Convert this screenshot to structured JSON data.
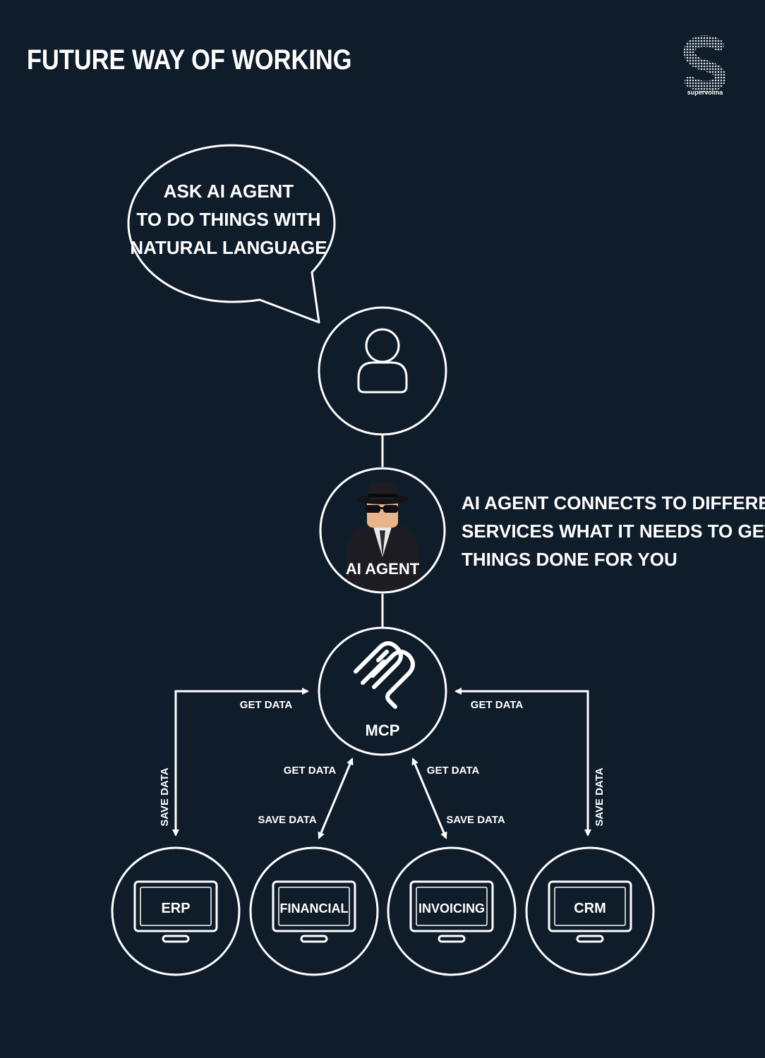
{
  "page": {
    "title": "FUTURE WAY OF WORKING",
    "brand": "supervoima"
  },
  "colors": {
    "background": "#0f1c2a",
    "stroke": "#ffffff",
    "text": "#ffffff"
  },
  "speech_bubble": {
    "lines": [
      "ASK AI AGENT",
      "TO DO THINGS WITH",
      "NATURAL LANGUAGE"
    ]
  },
  "nodes": {
    "user": {
      "icon": "user-icon"
    },
    "agent": {
      "label": "AI AGENT",
      "icon": "agent-figure"
    },
    "mcp": {
      "label": "MCP",
      "icon": "mcp-logo-icon"
    }
  },
  "agent_description": {
    "lines": [
      "AI AGENT CONNECTS TO DIFFERENT",
      "SERVICES WHAT IT NEEDS TO GET",
      "THINGS DONE FOR YOU"
    ]
  },
  "services": [
    {
      "label": "ERP",
      "icon": "monitor-icon"
    },
    {
      "label": "FINANCIAL",
      "icon": "monitor-icon"
    },
    {
      "label": "INVOICING",
      "icon": "monitor-icon"
    },
    {
      "label": "CRM",
      "icon": "monitor-icon"
    }
  ],
  "edge_labels": {
    "get_left_top": "GET DATA",
    "get_right_top": "GET DATA",
    "get_center_left": "GET DATA",
    "get_center_right": "GET DATA",
    "save_center_left": "SAVE DATA",
    "save_center_right": "SAVE DATA",
    "save_left_vertical": "SAVE DATA",
    "save_right_vertical": "SAVE DATA"
  }
}
